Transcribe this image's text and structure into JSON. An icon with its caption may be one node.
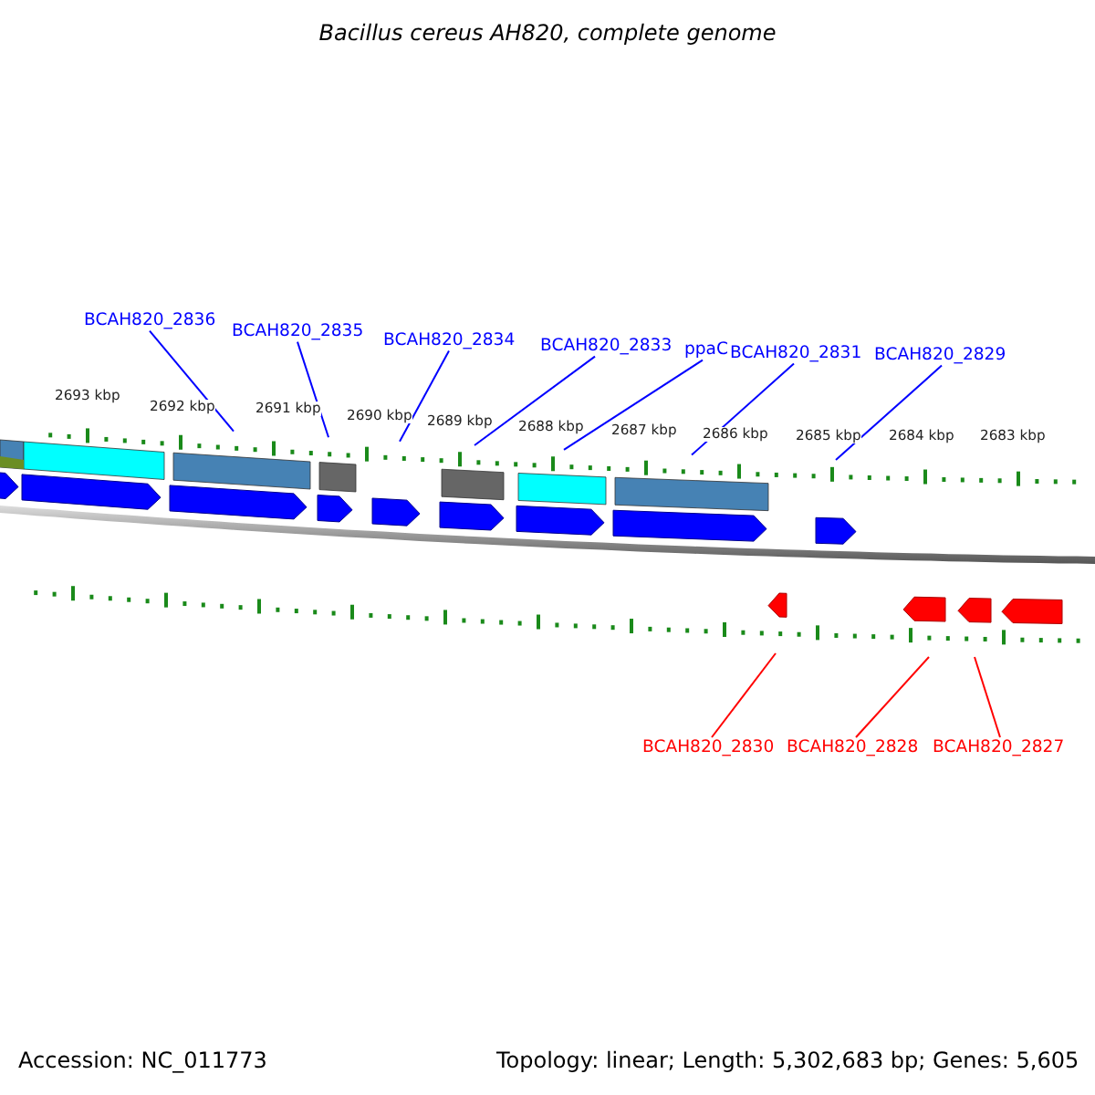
{
  "diagram": {
    "title": "Bacillus cereus AH820, complete genome",
    "nodes": [
      {
        "text": [
          "BCAH820_2836"
        ]
      },
      {
        "text": [
          "BCAH820_2835"
        ]
      },
      {
        "text": [
          "BCAH820_2834"
        ]
      },
      {
        "text": [
          "BCAH820_2833"
        ]
      },
      {
        "text": [
          "ppaC"
        ]
      },
      {
        "text": [
          "BCAH820_2831"
        ]
      },
      {
        "text": [
          "BCAH820_2829"
        ]
      },
      {
        "text": [
          "BCAH820_2830"
        ]
      },
      {
        "text": [
          "BCAH820_2828"
        ]
      },
      {
        "text": [
          "BCAH820_2827"
        ]
      }
    ],
    "edges": [
      {
        "from": 0,
        "to": null,
        "arrow": "none"
      },
      {
        "from": 1,
        "to": null,
        "arrow": "none"
      },
      {
        "from": 2,
        "to": null,
        "arrow": "none"
      },
      {
        "from": 3,
        "to": null,
        "arrow": "none"
      },
      {
        "from": 4,
        "to": null,
        "arrow": "none"
      },
      {
        "from": 5,
        "to": null,
        "arrow": "none"
      },
      {
        "from": 6,
        "to": null,
        "arrow": "none"
      },
      {
        "from": 7,
        "to": null,
        "arrow": "none",
        "color": "#ff0000"
      },
      {
        "from": 8,
        "to": null,
        "arrow": "none",
        "color": "#ff0000"
      },
      {
        "from": 9,
        "to": null,
        "arrow": "none",
        "color": "#ff0000"
      }
    ],
    "labels": [
      "2693 kbp",
      "2692 kbp",
      "2691 kbp",
      "2690 kbp",
      "2689 kbp",
      "2688 kbp",
      "2687 kbp",
      "2686 kbp",
      "2685 kbp",
      "2684 kbp",
      "2683 kbp",
      "Accession: NC_011773",
      "Topology: linear; Length: 5,302,683 bp; Genes: 5,605"
    ]
  }
}
